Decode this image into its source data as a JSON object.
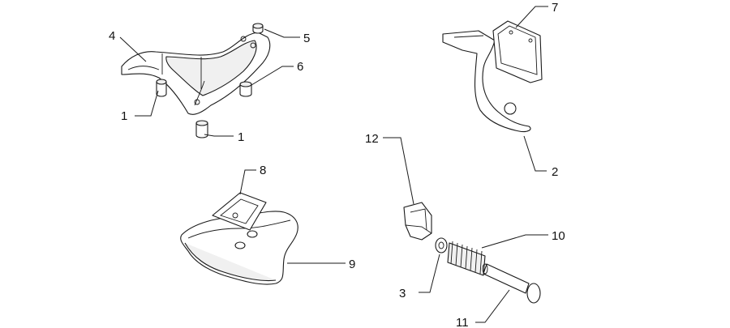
{
  "labels": [
    {
      "id": "1a",
      "text": "1"
    },
    {
      "id": "1b",
      "text": "1"
    },
    {
      "id": "2",
      "text": "2"
    },
    {
      "id": "3",
      "text": "3"
    },
    {
      "id": "4",
      "text": "4"
    },
    {
      "id": "5",
      "text": "5"
    },
    {
      "id": "6",
      "text": "6"
    },
    {
      "id": "7",
      "text": "7"
    },
    {
      "id": "8",
      "text": "8"
    },
    {
      "id": "9",
      "text": "9"
    },
    {
      "id": "10",
      "text": "10"
    },
    {
      "id": "11",
      "text": "11"
    },
    {
      "id": "12",
      "text": "12"
    }
  ]
}
